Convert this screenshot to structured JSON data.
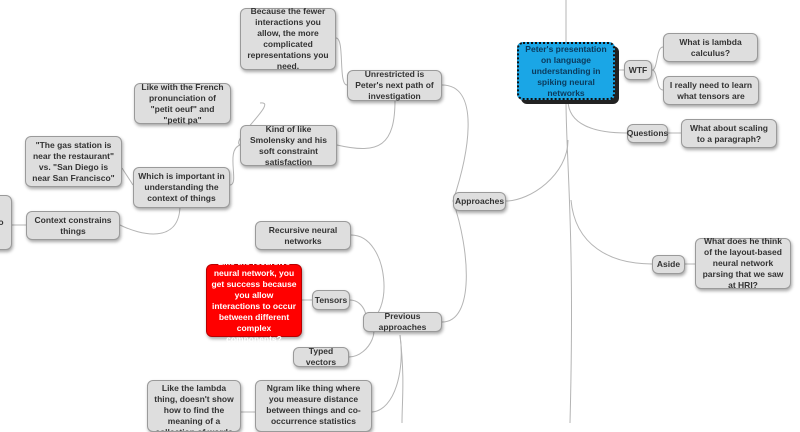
{
  "colors": {
    "node_fill": "#dedede",
    "node_border": "#9a9a9a",
    "link": "#b4b4b4",
    "central_fill": "#1aa6e6",
    "highlight_fill": "#ff0000"
  },
  "nodes": {
    "central": "Peter's presentation on language understanding in spiking neural networks",
    "wtf": "WTF",
    "lambda_calculus": "What is lambda calculus?",
    "tensors_learn": "I really need to learn what tensors are",
    "questions": "Questions",
    "scaling": "What about scaling to a paragraph?",
    "aside": "Aside",
    "layout_parsing": "What does he think of the layout-based neural network parsing that we saw at HRI?",
    "approaches": "Approaches",
    "unrestricted": "Unrestricted is Peter's next path of investigation",
    "fewer_interactions": "Because the fewer interactions you allow, the more complicated representations you need.",
    "smolensky": "Kind of like Smolensky and his soft constraint satisfaction",
    "french": "Like with the French pronunciation of \"petit oeuf\" and \"petit pa\"",
    "important_context": "Which is important in understanding the context of things",
    "gas_station": "\"The gas station is near the restaurant\" vs. \"San Diego is near San Francisco\"",
    "context_constrains": "Context constrains things",
    "previous": "Previous approaches",
    "recursive": "Recursive neural networks",
    "tensors": "Tensors",
    "recursive_like": "Like the recursive neural network, you get success because you allow interactions to occur between different complex components?",
    "typed_vectors": "Typed vectors",
    "ngram": "Ngram like thing where you measure distance between things and co-occurrence statistics",
    "lambda_thing": "Like the lambda thing, doesn't show how to find the meaning of a collection of words",
    "offscreen_fragment": "o"
  }
}
